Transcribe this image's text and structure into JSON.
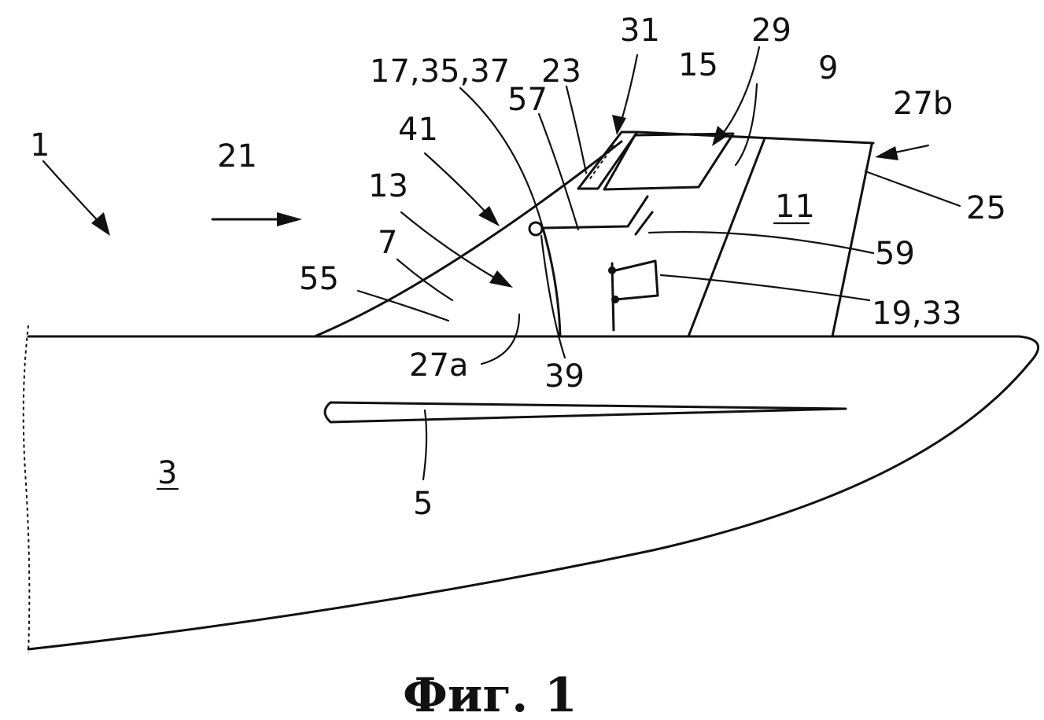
{
  "caption": "Фиг. 1",
  "labels": {
    "l1": "1",
    "l21": "21",
    "l13": "13",
    "l41": "41",
    "l7": "7",
    "l55": "55",
    "l27a": "27a",
    "l39": "39",
    "l17_35_37": "17,35,37",
    "l57": "57",
    "l23": "23",
    "l31": "31",
    "l15": "15",
    "l29": "29",
    "l9": "9",
    "l27b": "27b",
    "l11": "11",
    "l25": "25",
    "l59": "59",
    "l19_33": "19,33",
    "l3": "3",
    "l5": "5"
  }
}
